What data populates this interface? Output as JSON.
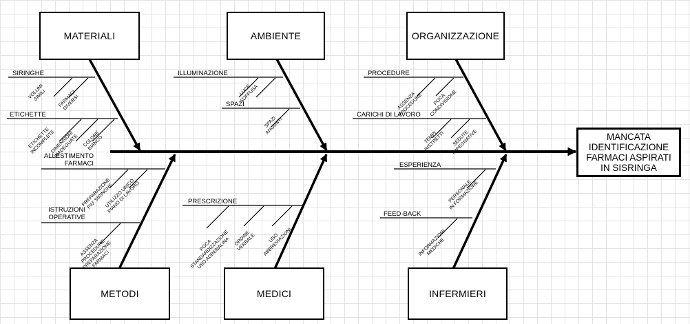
{
  "effect": {
    "lines": [
      "MANCATA",
      "IDENTIFICAZIONE",
      "FARMACI ASPIRATI",
      "IN SISRINGA"
    ]
  },
  "categories": {
    "materiali": "MATERIALI",
    "ambiente": "AMBIENTE",
    "organizzazione": "ORGANIZZAZIONE",
    "metodi": "METODI",
    "medici": "MEDICI",
    "infermieri": "INFERMIERI"
  },
  "causes": {
    "siringhe": "SIRINGHE",
    "etichette": "ETICHETTE",
    "illuminazione": "ILLUMINAZIONE",
    "spazi": "SPAZI",
    "procedure": "PROCEDURE",
    "carichi_lavoro": "CARICHI DI LAVORO",
    "allestimento": [
      "ALLESTIMENTO",
      "FARMACI"
    ],
    "istruzioni": [
      "ISTRUZIONI",
      "OPERATIVE"
    ],
    "prescrizione": "PRESCRIZIONE",
    "esperienza": "ESPERIENZA",
    "feedback": "FEED-BACK"
  },
  "subcauses": {
    "volumi_simili": [
      "VOLUMI",
      "SIMILI"
    ],
    "farmaci_diversi": [
      "FARMACI",
      "DIVERSI"
    ],
    "etichette_incomplete": [
      "ETICHETTE",
      "INCOMPLETE"
    ],
    "dimensioni_inadeguate": [
      "DIMENSIONI",
      "INADEGUATE"
    ],
    "colore_bianco": [
      "COLORE",
      "BIANCO"
    ],
    "luce_soffusa": [
      "LUCE",
      "SOFFUSA"
    ],
    "spazi_angusti": [
      "SPAZI",
      "ANGUSTI"
    ],
    "assenza_procedure": [
      "ASSENZA",
      "PROCEDURE"
    ],
    "poca_condivisione": [
      "POCA",
      "CONDIVISIONE"
    ],
    "tempi_ristretti": [
      "TEMPI",
      "RISTRETTI"
    ],
    "sedute_impegnative": [
      "SEDUTE",
      "IMPEGNATIVE"
    ],
    "preparazione_piu_siringhe": [
      "PREPARAZIONE",
      "PIU' SIRINGHE"
    ],
    "utilizzo_unico_piano": [
      "UTILIZZO UNICO",
      "PIANO DI LAVORO"
    ],
    "assenza_procedure_preparazione": [
      "ASSENZA",
      "PROCEDURE",
      "PREPARAZIONE",
      "FARMACI"
    ],
    "poca_standardizzazione": [
      "POCA",
      "STANDARDIZZAZIONE",
      "USO ADRENALINA"
    ],
    "ordine_verbale": [
      "ORDINE",
      "VERBALE"
    ],
    "uso_abbreviazioni": [
      "USO",
      "ABBREVIAZIONI"
    ],
    "personale_in_formazione": [
      "PERSONALE",
      "IN FORMAZIONE"
    ],
    "informazioni_mediche": [
      "INFORMAZIONI",
      "MEDICHE"
    ]
  }
}
